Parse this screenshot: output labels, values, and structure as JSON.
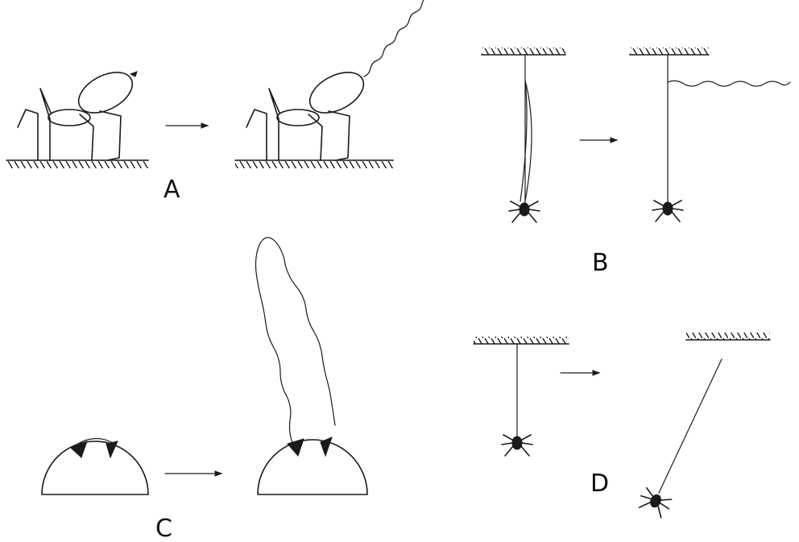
{
  "panels": {
    "a": {
      "label": "A"
    },
    "b": {
      "label": "B"
    },
    "c": {
      "label": "C"
    },
    "d": {
      "label": "D"
    }
  },
  "colors": {
    "ink": "#1a1a1a",
    "background": "#ffffff"
  }
}
